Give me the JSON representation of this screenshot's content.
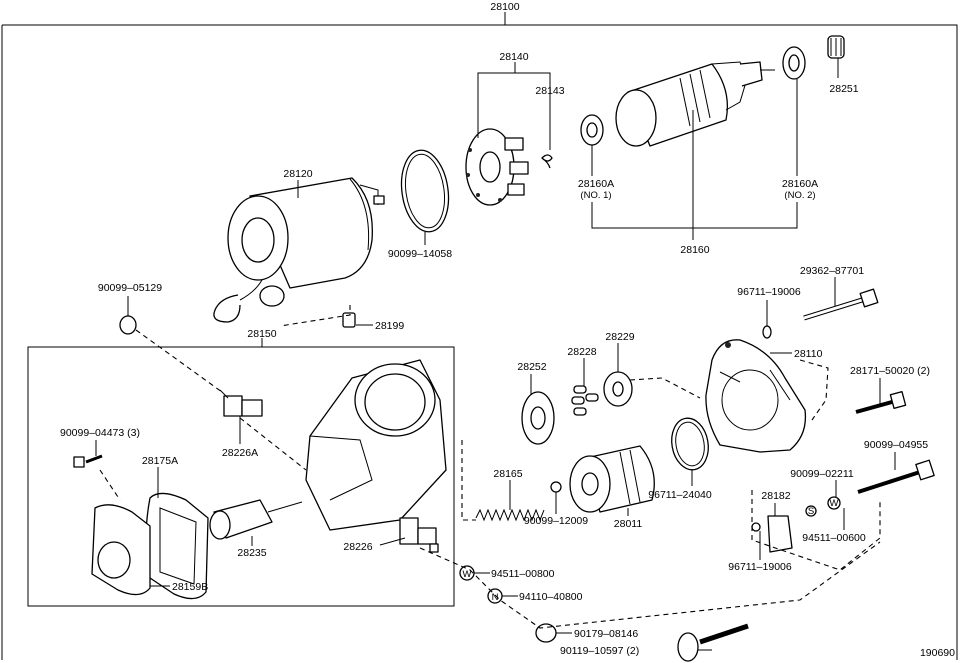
{
  "diagram": {
    "ref": "190690",
    "assembly_code": "28100",
    "callouts": [
      {
        "id": "c28140",
        "text": "28140"
      },
      {
        "id": "c28143",
        "text": "28143"
      },
      {
        "id": "c28251",
        "text": "28251"
      },
      {
        "id": "c28120",
        "text": "28120"
      },
      {
        "id": "c90099_14058",
        "text": "90099–14058"
      },
      {
        "id": "c28160A_1",
        "text": "28160A"
      },
      {
        "id": "c28160A_1n",
        "text": "(NO. 1)"
      },
      {
        "id": "c28160A_2",
        "text": "28160A"
      },
      {
        "id": "c28160A_2n",
        "text": "(NO. 2)"
      },
      {
        "id": "c28160",
        "text": "28160"
      },
      {
        "id": "c90099_05129",
        "text": "90099–05129"
      },
      {
        "id": "c28199",
        "text": "28199"
      },
      {
        "id": "c28150",
        "text": "28150"
      },
      {
        "id": "c96711_19006a",
        "text": "96711–19006"
      },
      {
        "id": "c29362_87701",
        "text": "29362–87701"
      },
      {
        "id": "c28110",
        "text": "28110"
      },
      {
        "id": "c28252",
        "text": "28252"
      },
      {
        "id": "c28228",
        "text": "28228"
      },
      {
        "id": "c28229",
        "text": "28229"
      },
      {
        "id": "c28171_50020",
        "text": "28171–50020 (2)"
      },
      {
        "id": "c90099_04473",
        "text": "90099–04473 (3)"
      },
      {
        "id": "c28175A",
        "text": "28175A"
      },
      {
        "id": "c28226A",
        "text": "28226A"
      },
      {
        "id": "c90099_04955",
        "text": "90099–04955"
      },
      {
        "id": "c28165",
        "text": "28165"
      },
      {
        "id": "c90099_02211",
        "text": "90099–02211"
      },
      {
        "id": "c28182",
        "text": "28182"
      },
      {
        "id": "c96711_24040",
        "text": "96711–24040"
      },
      {
        "id": "c90099_12009",
        "text": "90099–12009"
      },
      {
        "id": "c28011",
        "text": "28011"
      },
      {
        "id": "c94511_00600",
        "text": "94511–00600"
      },
      {
        "id": "c28235",
        "text": "28235"
      },
      {
        "id": "c28226",
        "text": "28226"
      },
      {
        "id": "c96711_19006b",
        "text": "96711–19006"
      },
      {
        "id": "c94511_00800",
        "text": "94511–00800"
      },
      {
        "id": "c94110_40800",
        "text": "94110–40800"
      },
      {
        "id": "c28159B",
        "text": "28159B"
      },
      {
        "id": "c90179_08146",
        "text": "90179–08146"
      },
      {
        "id": "c90119_10597",
        "text": "90119–10597 (2)"
      }
    ]
  }
}
